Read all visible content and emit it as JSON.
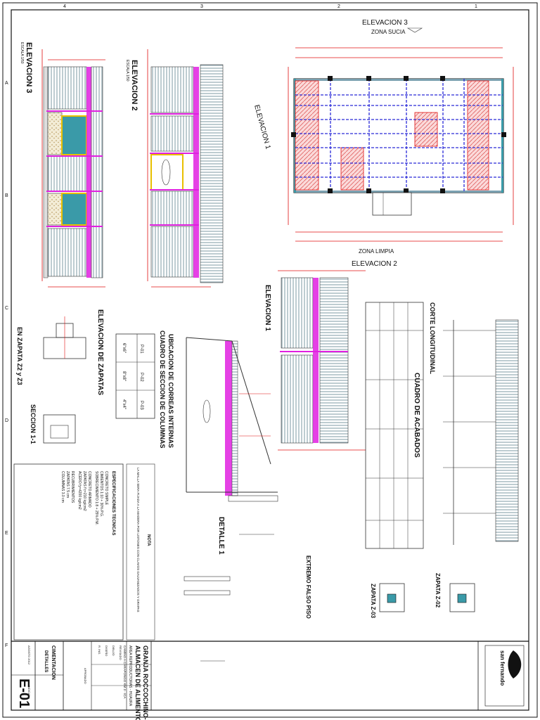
{
  "colors": {
    "dimension_red": "#e01010",
    "beam_blue": "#2b2bd8",
    "column_magenta": "#e020e0",
    "glass_teal": "#3a9aa8",
    "door_yellow": "#e8c000",
    "hatch_red": "#f09090",
    "panel_gray": "#7aa0b0"
  },
  "top": {
    "elev3_title": "ELEVACION 3",
    "zona_sucia": "ZONA SUCIA",
    "zona_limpia": "ZONA LIMPIA",
    "elev2_title": "ELEVACION 2",
    "elev1_plan_label": "ELEVACION 1"
  },
  "left_views": {
    "elev3_rot": "ELEVACION 3",
    "elev2_rot": "ELEVACION 2",
    "elev1_rot": "ELEVACION 1",
    "escala": "ESCALA 1/50"
  },
  "middle": {
    "elev_zapatas": "ELEVACION DE ZAPATAS",
    "en_zapata": "EN ZAPATA Z2 y Z3",
    "seccion": "SECCION 1-1",
    "ubicacion": "UBICACION DE CORREAS INTERNAS",
    "cuadro_columnas": "CUADRO DE SECCION DE COLUMNAS",
    "detalle": "DETALLE 1",
    "corte": "CORTE LONGITUDINAL",
    "cuadro_acabados": "CUADRO DE ACABADOS",
    "extremo": "EXTREMO FALSO PISO",
    "zapata_z3": "ZAPATA Z-03",
    "zapata_z2": "ZAPATA Z-02",
    "columns_table": [
      [
        "P-01",
        "P-02",
        "P-03"
      ],
      [
        "6\"x6\"",
        "8\"x8\"",
        "4\"x4\""
      ]
    ]
  },
  "notes": {
    "specs_title": "ESPECIFICACIONES TECNICAS",
    "lines": [
      "CONCRETO SIMPLE",
      "CIMIENTOS 1:10 + 30% P.G.",
      "SOBRECIMIENTO 1:8 + 25% P.M.",
      "CONCRETO ARMADO",
      "ZAPATAS f'c=210 kg/cm2",
      "ACERO fy=4200 kg/cm2",
      "RECUBRIMIENTOS",
      "ZAPATAS 7.5 cm",
      "COLUMNAS 3.0 cm"
    ],
    "nota_title": "NOTA",
    "nota_line": "LA MALLA SERA FIJADA A LA MADERA POR LISTONES CON CLAVOS GALVANIZADOS Y GRAPAS"
  },
  "title_block": {
    "project": "GRANJA ROCCOCHINO-VI",
    "subproject": "ALMACEN DE ALIMENTO",
    "company": "san fernando",
    "location": "AREA REPRODUCTORAS - HUAURA",
    "address": "CAMINO A CARAPONGO KM 3 - ICA",
    "sheet_title": "CIMENTACION",
    "sheet_subtitle": "DETALLES",
    "sheet_number": "E-01",
    "fields": [
      "R. ING.",
      "DISEÑO",
      "DIBUJO",
      "REVISADO",
      "APROBADO"
    ],
    "scale": "INDICADA",
    "date": "AGOSTO 2012"
  },
  "grid": {
    "top_numbers": [
      "4",
      "3",
      "2",
      "1"
    ],
    "side_letters": [
      "A",
      "B",
      "C",
      "D",
      "E",
      "F"
    ]
  }
}
